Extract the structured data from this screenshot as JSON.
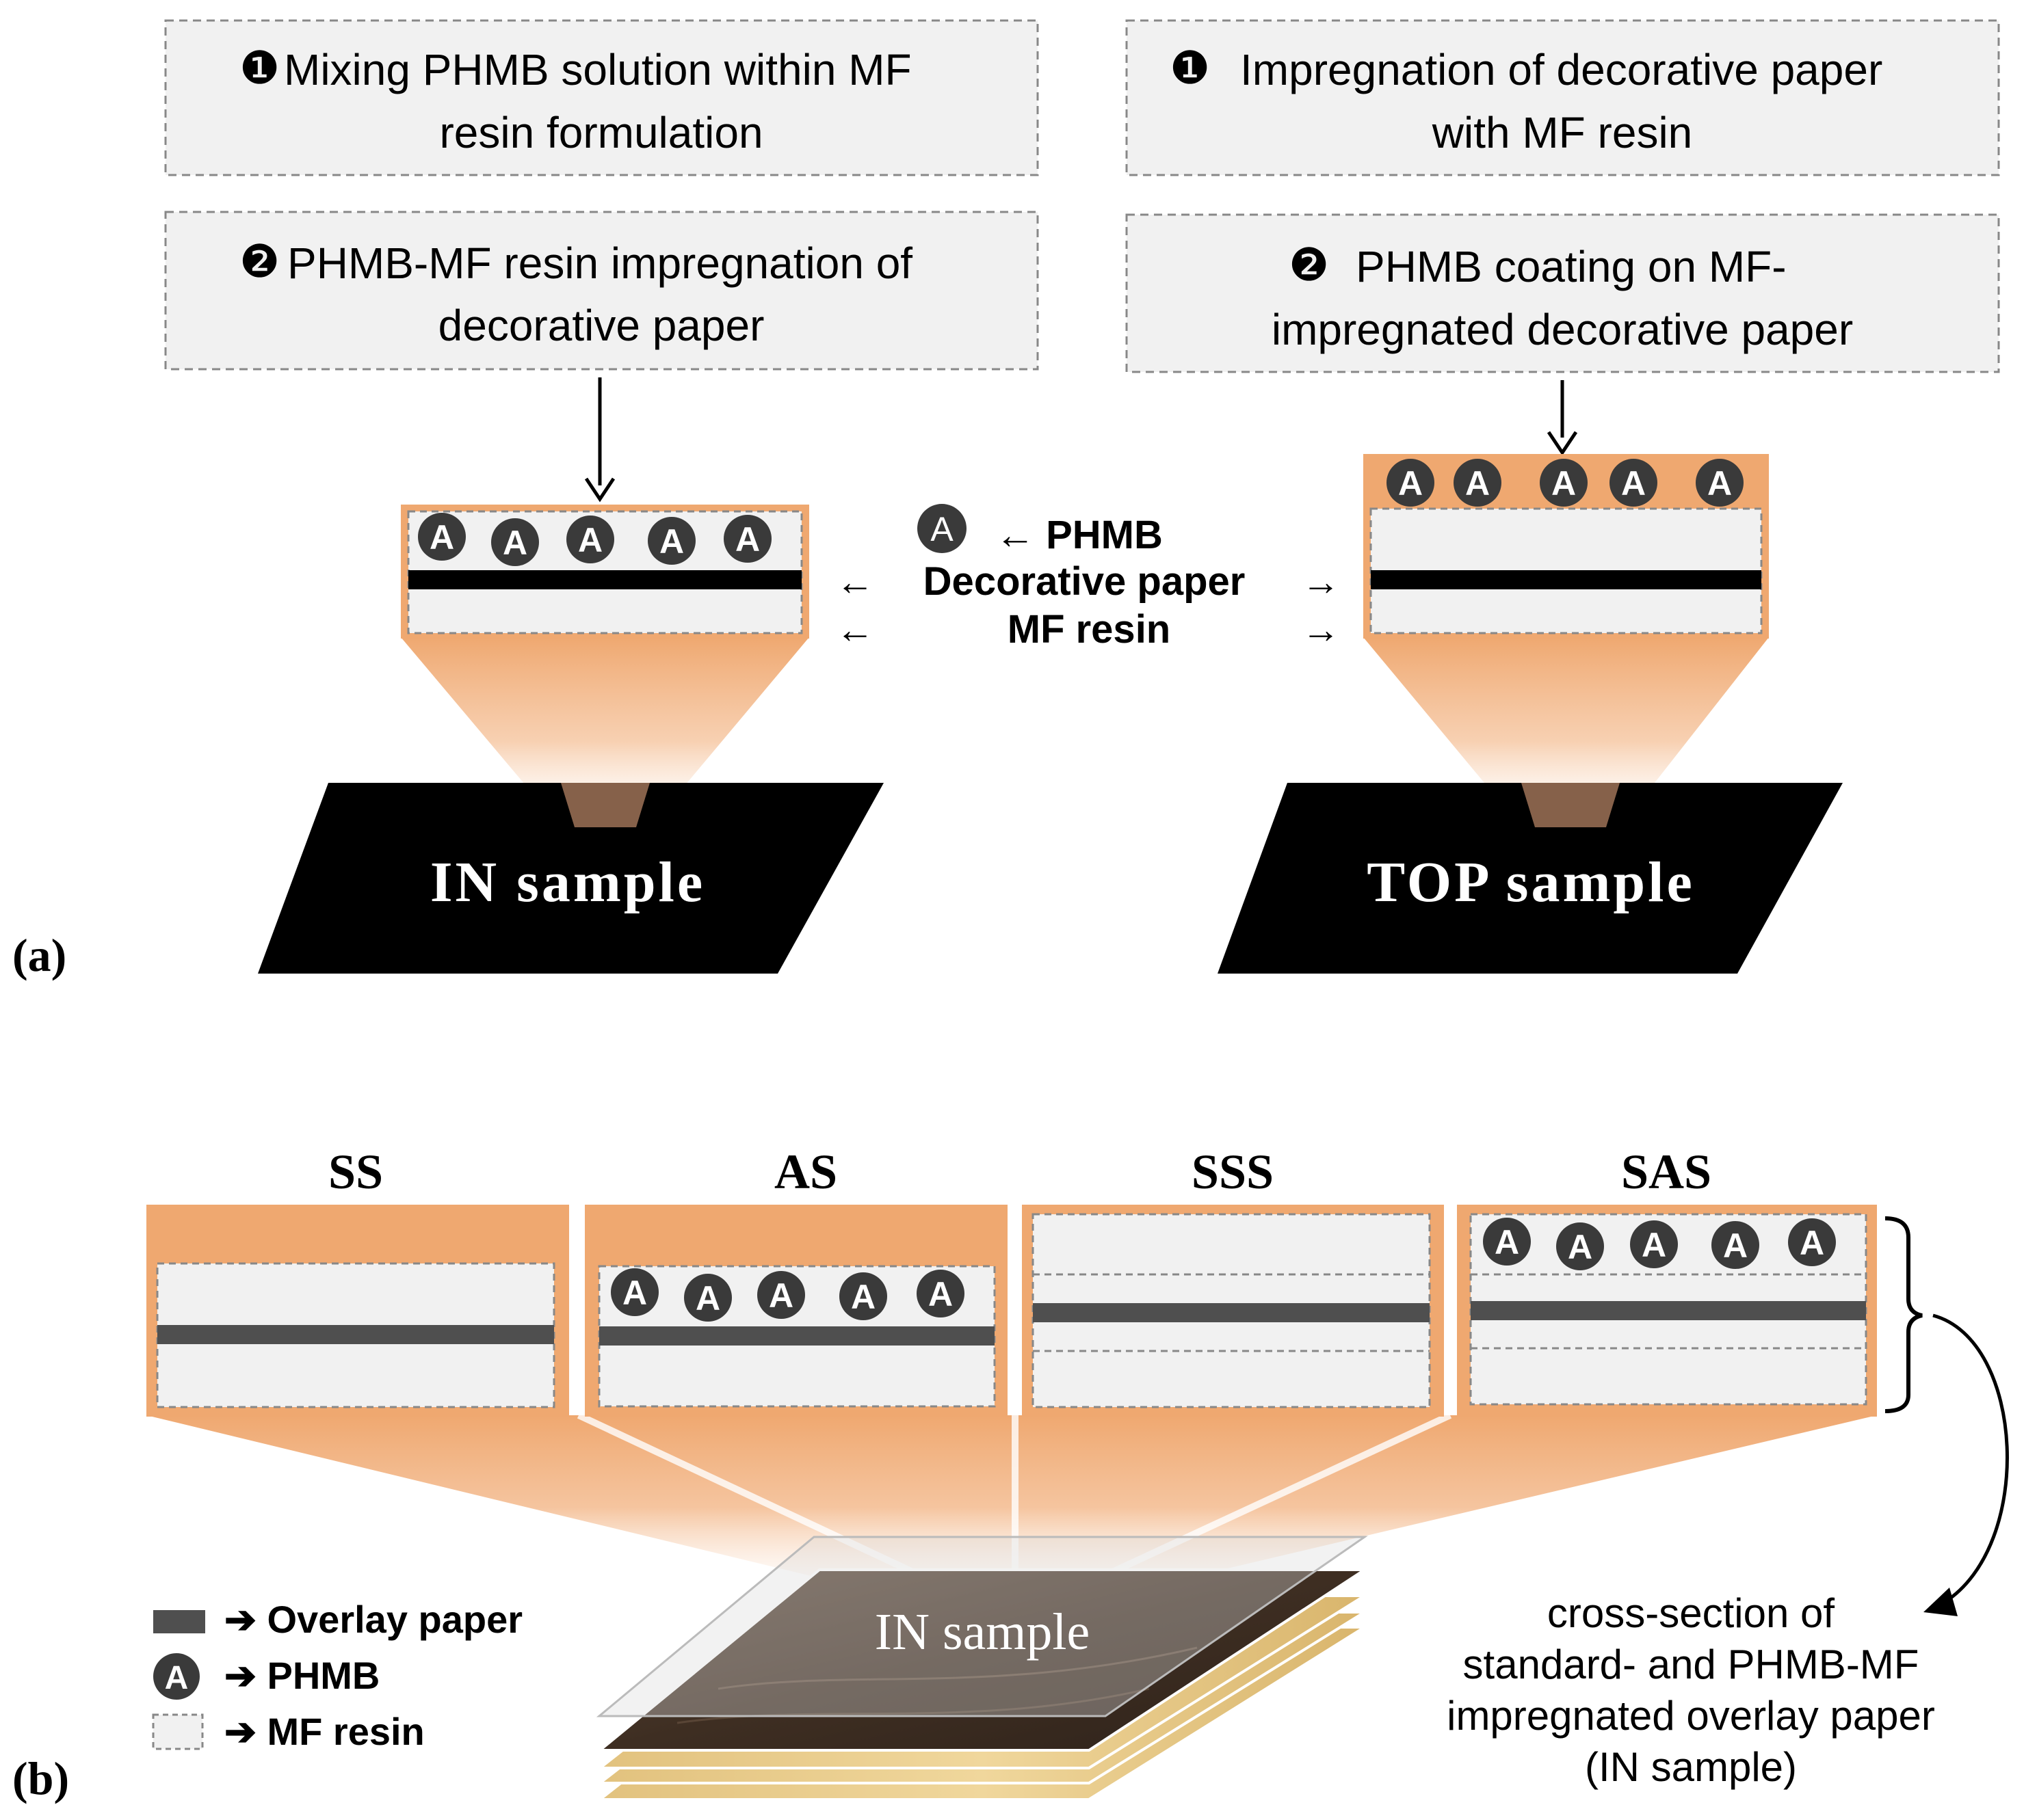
{
  "panel_a": {
    "label": "(a)",
    "left": {
      "step1_num": "❶",
      "step1_line1": "Mixing PHMB solution within MF",
      "step1_line2": "resin formulation",
      "step2_num": "❷",
      "step2_line1": "PHMB-MF resin impregnation of",
      "step2_line2": "decorative paper",
      "sample_label": "IN sample"
    },
    "right": {
      "step1_num": "❶",
      "step1_line1": "Impregnation of decorative paper",
      "step1_line2": "with MF resin",
      "step2_num": "❷",
      "step2_line1": "PHMB coating on MF-",
      "step2_line2": "impregnated decorative paper",
      "sample_label": "TOP sample"
    },
    "legend": {
      "phmb": "← PHMB",
      "decorative_left": "←",
      "decorative": "Decorative paper",
      "decorative_right": "→",
      "resin_left": "←",
      "resin": "MF resin",
      "resin_right": "→"
    }
  },
  "panel_b": {
    "label": "(b)",
    "headers": [
      "SS",
      "AS",
      "SSS",
      "SAS"
    ],
    "sample_label": "IN sample",
    "legend": {
      "overlay": "➔ Overlay paper",
      "phmb": "➔ PHMB",
      "resin": "➔ MF resin"
    },
    "note": {
      "line1": "cross-section of",
      "line2": "standard- and PHMB-MF",
      "line3": "impregnated overlay paper",
      "line4": "(IN sample)"
    }
  },
  "phmb_symbol": "A",
  "colors": {
    "orange": "#efa870",
    "paper": "#f1f1f1",
    "dark": "#4f4f4f",
    "black": "#000000"
  }
}
